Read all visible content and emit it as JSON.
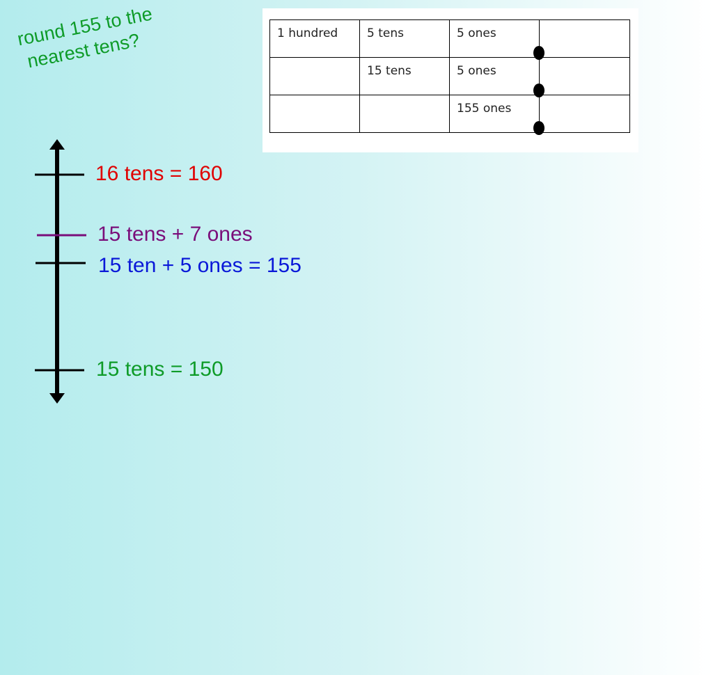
{
  "question": {
    "line1": "round 155 to the",
    "line2": "nearest tens?"
  },
  "place_value_table": {
    "rows": [
      [
        "1 hundred",
        "5 tens",
        "5 ones",
        ""
      ],
      [
        "",
        "15 tens",
        "5 ones",
        ""
      ],
      [
        "",
        "",
        "155 ones",
        ""
      ]
    ]
  },
  "number_line": {
    "labels": {
      "upper": "16 tens = 160",
      "midpoint": "15 tens + 7 ones",
      "target": "15 ten + 5 ones = 155",
      "lower": "15 tens = 150"
    },
    "colors": {
      "axis": "#000000",
      "upper": "#e00000",
      "midpoint": "#7a0e7a",
      "target": "#0a18d8",
      "lower": "#0e9b28"
    }
  }
}
